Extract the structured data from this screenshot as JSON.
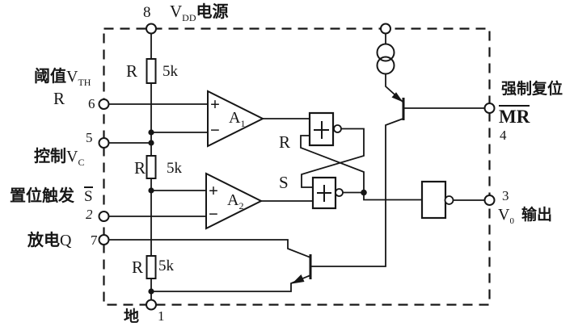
{
  "top": {
    "pin8_num": "8",
    "vdd_v": "V",
    "vdd_sub": "DD",
    "vdd_name": "电源"
  },
  "left": {
    "threshold_cn": "阈值",
    "threshold_v": "V",
    "threshold_sub": "TH",
    "threshold_r": "R",
    "pin6": "6",
    "pin5": "5",
    "control_cn": "控制",
    "control_v": "V",
    "control_sub": "C",
    "trigger_cn": "置位触发",
    "trigger_s": "S",
    "pin2": "2",
    "discharge_cn": "放电",
    "discharge_q": "Q",
    "pin7": "7"
  },
  "bottom": {
    "ground_cn": "地",
    "pin1": "1"
  },
  "right": {
    "reset_cn": "强制复位",
    "reset_mr": "MR",
    "pin4": "4",
    "pin3": "3",
    "out_v": "V",
    "out_sub": "0",
    "out_cn": "输出"
  },
  "resistors": [
    {
      "label": "R",
      "value": "5k"
    },
    {
      "label": "R",
      "value": "5k"
    },
    {
      "label": "R",
      "value": "5k"
    }
  ],
  "comparators": [
    {
      "name": "A",
      "sub": "1",
      "plus": "+",
      "minus": "−"
    },
    {
      "name": "A",
      "sub": "2",
      "plus": "+",
      "minus": "−"
    }
  ],
  "flipflop": {
    "r": "R",
    "s": "S"
  }
}
